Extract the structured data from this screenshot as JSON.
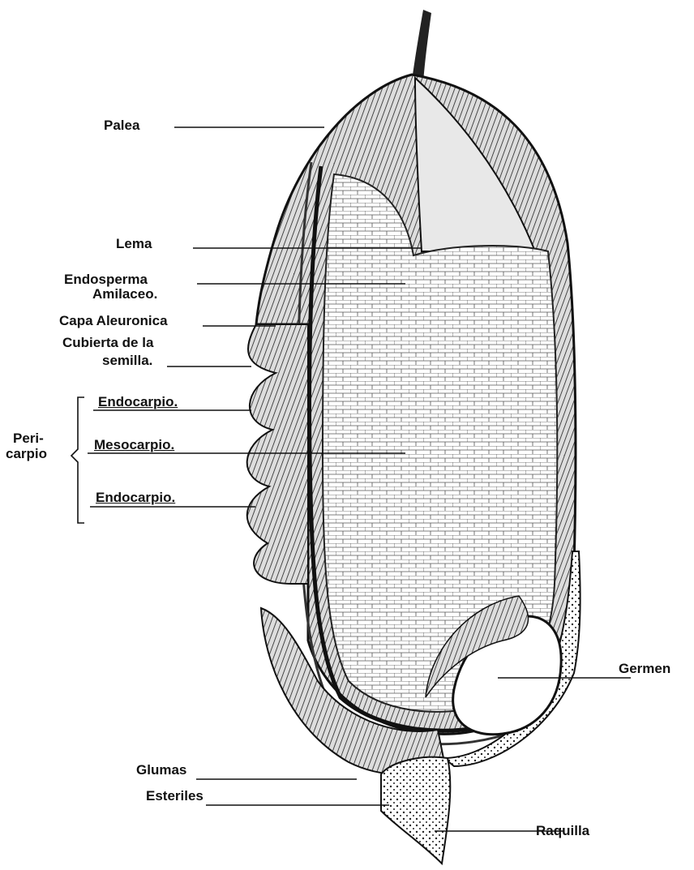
{
  "diagram": {
    "labels": {
      "palea": "Palea",
      "lema": "Lema",
      "endosperma_1": "Endosperma",
      "endosperma_2": "Amilaceo.",
      "capa": "Capa Aleuronica",
      "cubierta_1": "Cubierta de la",
      "cubierta_2": "semilla.",
      "pericarpio_1": "Peri-",
      "pericarpio_2": "carpio",
      "endocarpio_top": "Endocarpio.",
      "mesocarpio": "Mesocarpio.",
      "endocarpio_bottom": "Endocarpio.",
      "germen": "Germen",
      "glumas": "Glumas",
      "esteriles": "Esteriles",
      "raquilla": "Raquilla"
    }
  }
}
